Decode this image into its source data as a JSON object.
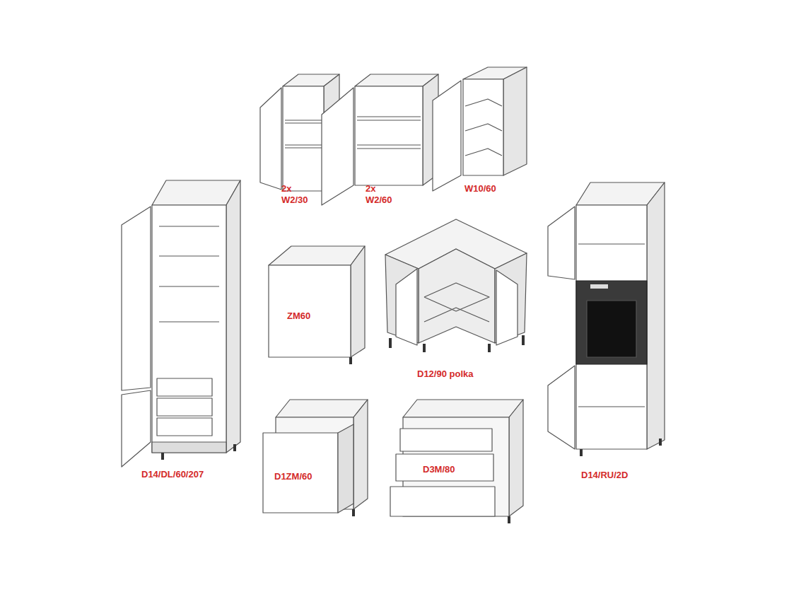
{
  "diagram": {
    "labels": [
      "2x W2/30",
      "2x W2/60",
      "W10/60",
      "ZM60",
      "D12/90 polka",
      "D14/DL/60/207",
      "D1ZM/60",
      "D3M/80",
      "D14/RU/2D"
    ]
  }
}
